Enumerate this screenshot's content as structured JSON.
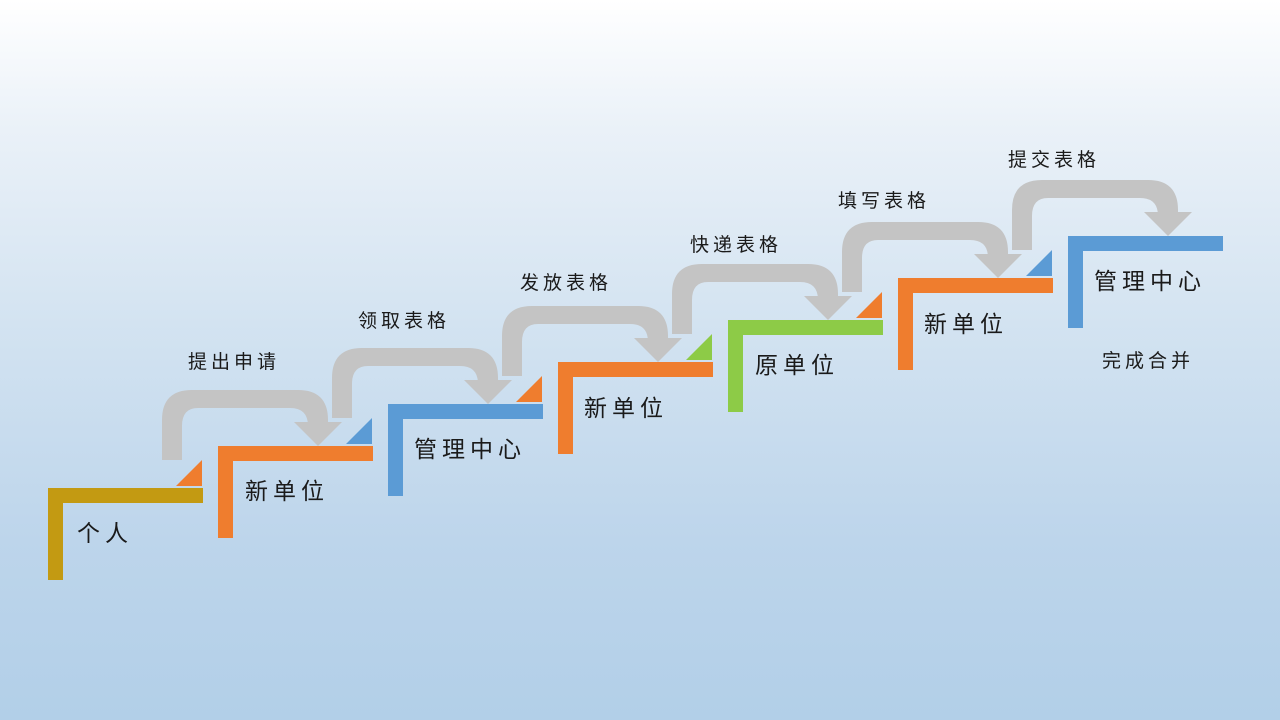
{
  "colors": {
    "gold": "#c39a12",
    "orange": "#ef7d2e",
    "blue": "#5b9bd5",
    "green": "#8dcb47",
    "arrow_gray": "#c4c4c4"
  },
  "steps": [
    {
      "label": "个人",
      "color": "gold"
    },
    {
      "label": "新单位",
      "color": "orange"
    },
    {
      "label": "管理中心",
      "color": "blue"
    },
    {
      "label": "新单位",
      "color": "orange"
    },
    {
      "label": "原单位",
      "color": "green"
    },
    {
      "label": "新单位",
      "color": "orange"
    },
    {
      "label": "管理中心",
      "color": "blue"
    }
  ],
  "arrows": [
    {
      "label": "提出申请"
    },
    {
      "label": "领取表格"
    },
    {
      "label": "发放表格"
    },
    {
      "label": "快递表格"
    },
    {
      "label": "填写表格"
    },
    {
      "label": "提交表格"
    }
  ],
  "final_note": "完成合并"
}
